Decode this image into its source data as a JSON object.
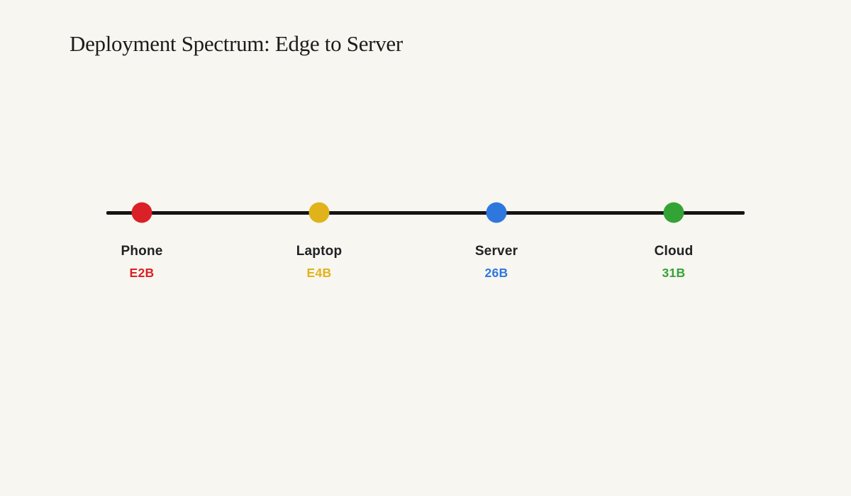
{
  "title": "Deployment Spectrum: Edge to Server",
  "colors": {
    "background": "#f8f6f1",
    "axis_line": "#141414",
    "label_text": "#202124",
    "title_text": "#1c1c1c"
  },
  "spectrum": {
    "items": [
      {
        "label": "Phone",
        "value": "E2B",
        "color": "#da2127"
      },
      {
        "label": "Laptop",
        "value": "E4B",
        "color": "#e0b31a"
      },
      {
        "label": "Server",
        "value": "26B",
        "color": "#2e78dd"
      },
      {
        "label": "Cloud",
        "value": "31B",
        "color": "#34a335"
      }
    ]
  }
}
